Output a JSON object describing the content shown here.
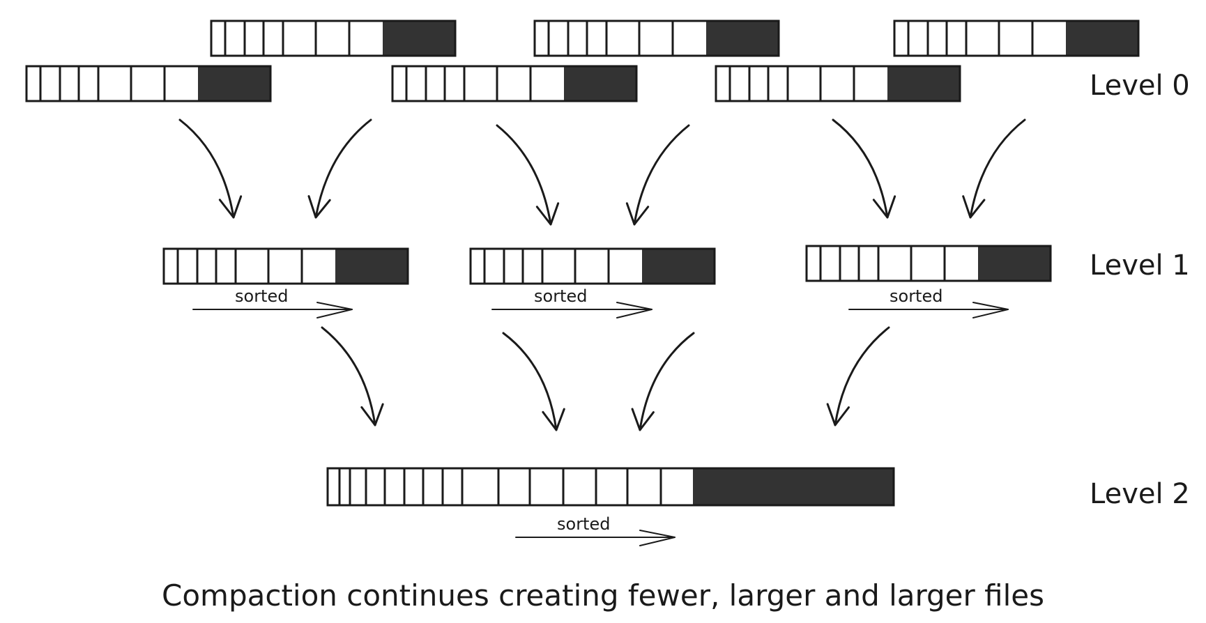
{
  "levels": [
    {
      "label": "Level 0"
    },
    {
      "label": "Level 1"
    },
    {
      "label": "Level 2"
    }
  ],
  "sorted_label": "sorted",
  "caption": "Compaction continues creating fewer, larger and larger files",
  "colors": {
    "ink": "#1a1a1a",
    "filled": "#333333",
    "background": "#ffffff"
  }
}
